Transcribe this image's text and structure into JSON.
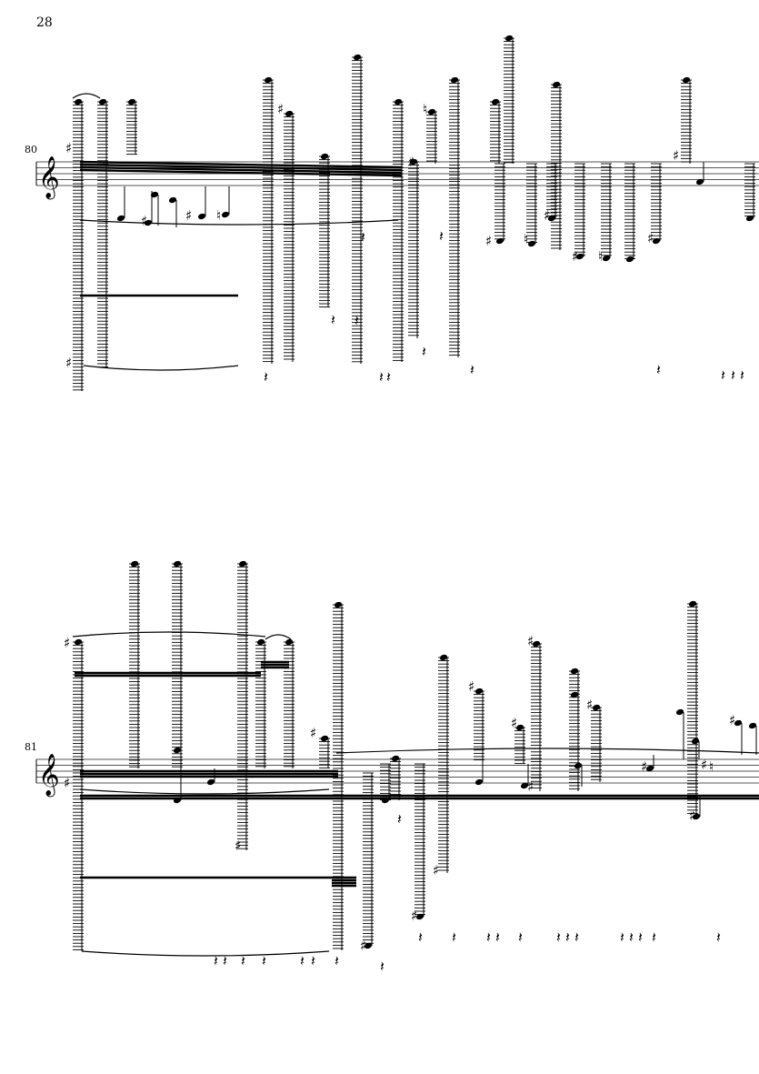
{
  "page": {
    "page_number": "28"
  },
  "systems": [
    {
      "measure_number": "80",
      "clef": "treble"
    },
    {
      "measure_number": "81",
      "clef": "treble"
    }
  ],
  "glyphs": {
    "treble_clef": "𝄞",
    "sharp": "♯",
    "natural": "♮",
    "quarter_rest": "𝄽"
  },
  "colors": {
    "ink": "#000000",
    "staff_line": "#555555",
    "paper": "#ffffff"
  }
}
